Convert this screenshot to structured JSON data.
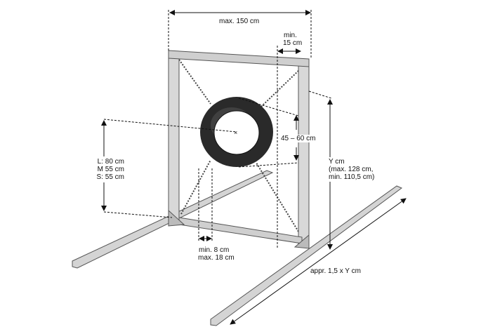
{
  "dimensions": {
    "width_label": "max. 150 cm",
    "post_width_label_1": "min.",
    "post_width_label_2": "15 cm",
    "tire_diameter_label": "45 – 60 cm",
    "height_label_1": "Y cm",
    "height_label_2": "(max. 128 cm,",
    "height_label_3": "min. 110,5 cm)",
    "sizes": [
      {
        "size": "L:",
        "value": "80 cm"
      },
      {
        "size": "M",
        "value": "55 cm"
      },
      {
        "size": "S:",
        "value": "55 cm"
      }
    ],
    "gap_label_1": "min. 8 cm",
    "gap_label_2": "max. 18 cm",
    "skid_length_label": "appr. 1,5 x Y cm"
  },
  "colors": {
    "wood": "#d4d4d4",
    "wood_edge": "#555555",
    "tire": "#2a2a2a",
    "line": "#111111"
  }
}
